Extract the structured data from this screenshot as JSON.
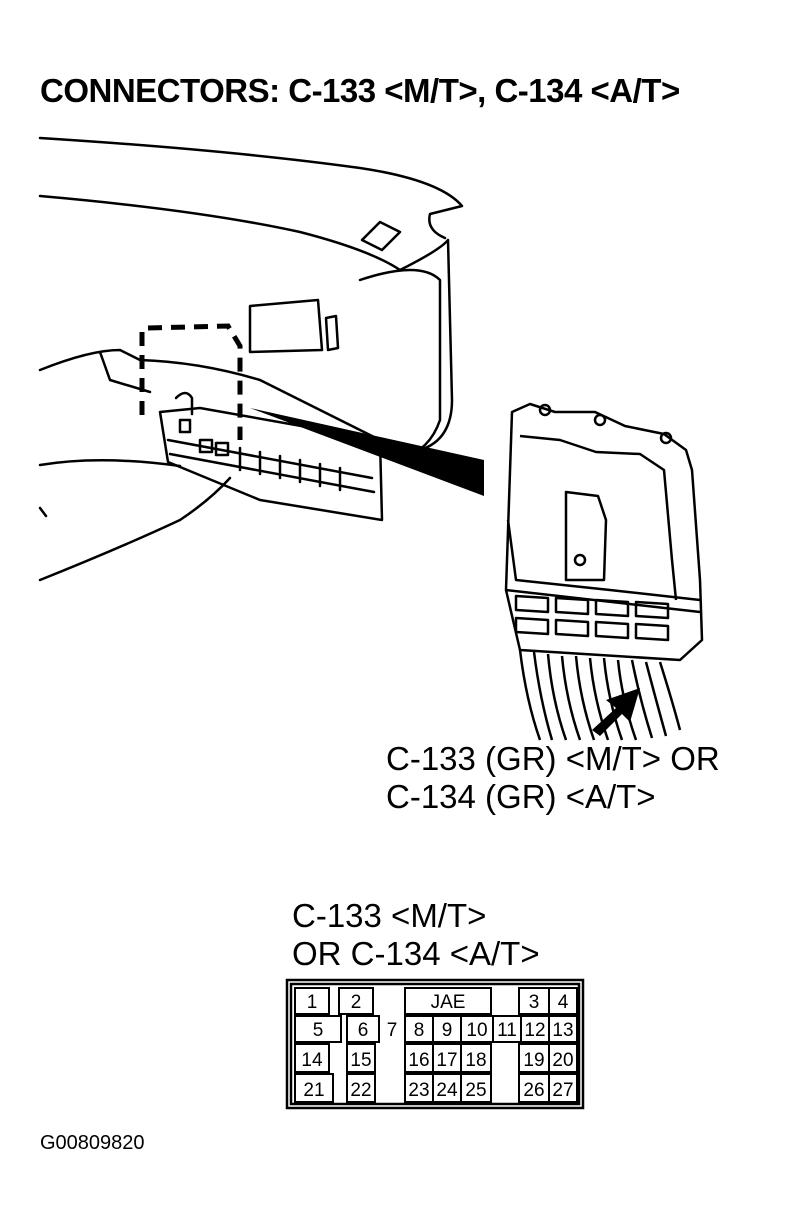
{
  "title": "CONNECTORS: C-133 <M/T>, C-134 <A/T>",
  "callout": {
    "line1": "C-133 (GR) <M/T> OR",
    "line2": "C-134 (GR) <A/T>"
  },
  "connector_view": {
    "line1": "C-133 <M/T>",
    "line2": "OR C-134 <A/T>",
    "brand": "JAE",
    "pins": [
      "1",
      "2",
      "3",
      "4",
      "5",
      "6",
      "7",
      "8",
      "9",
      "10",
      "11",
      "12",
      "13",
      "14",
      "15",
      "16",
      "17",
      "18",
      "19",
      "20",
      "21",
      "22",
      "23",
      "24",
      "25",
      "26",
      "27"
    ]
  },
  "figure_id": "G00809820"
}
